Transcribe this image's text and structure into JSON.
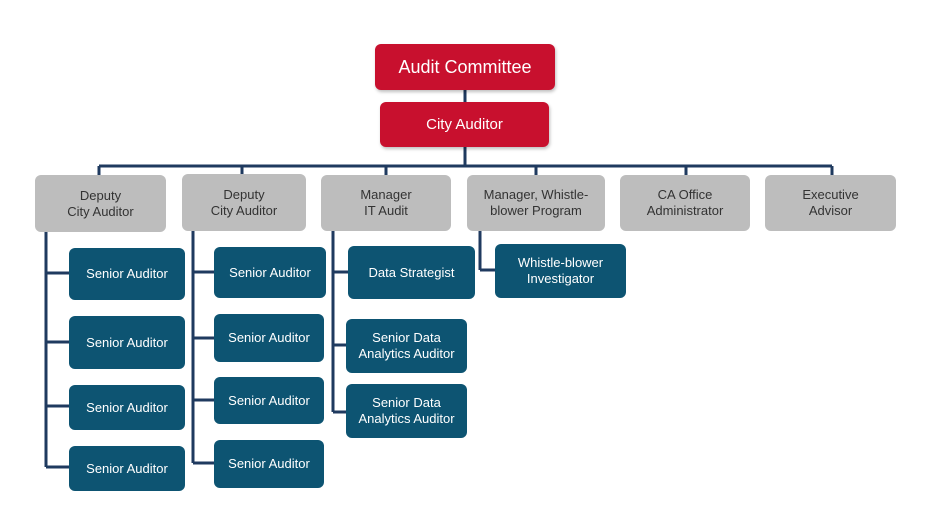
{
  "chart": {
    "audit_committee": "Audit Committee",
    "city_auditor": "City Auditor",
    "deputy_1": "Deputy\nCity Auditor",
    "deputy_2": "Deputy\nCity Auditor",
    "manager_it": "Manager\nIT Audit",
    "manager_whistle": "Manager, Whistle-\nblower Program",
    "ca_office_admin": "CA Office\nAdministrator",
    "executive_advisor": "Executive\nAdvisor",
    "deputy_1_reports": [
      "Senior Auditor",
      "Senior Auditor",
      "Senior Auditor",
      "Senior Auditor"
    ],
    "deputy_2_reports": [
      "Senior Auditor",
      "Senior Auditor",
      "Senior Auditor",
      "Senior Auditor"
    ],
    "it_reports": [
      "Data Strategist",
      "Senior Data\nAnalytics Auditor",
      "Senior Data\nAnalytics Auditor"
    ],
    "whistle_reports": [
      "Whistle-blower\nInvestigator"
    ]
  },
  "colors": {
    "red": "#c8102e",
    "gray": "#bdbdbd",
    "blue": "#0d5472",
    "line": "#1f3a5f"
  }
}
